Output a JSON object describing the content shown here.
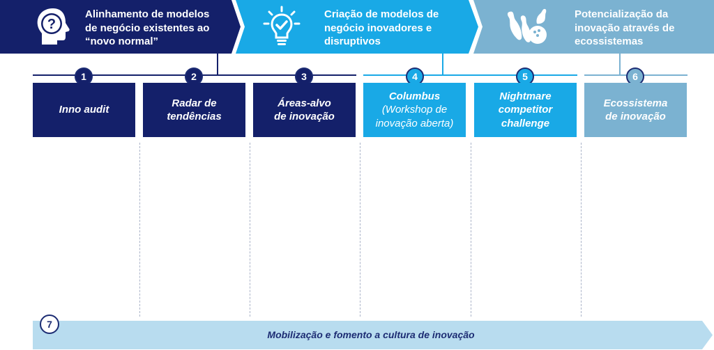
{
  "colors": {
    "navy": "#14206a",
    "cyan": "#19a9e6",
    "steel": "#7bb2d1",
    "bottom_bar": "#b8dcef",
    "circle_border": "#1c2c73"
  },
  "banners": [
    {
      "title": [
        "Alinhamento de modelos",
        "de negócio existentes ao",
        "“novo normal”"
      ],
      "icon": "head-question-icon"
    },
    {
      "title": [
        "Criação de modelos de",
        "negócio inovadores e",
        "disruptivos"
      ],
      "icon": "lightbulb-check-icon"
    },
    {
      "title": [
        "Potencialização da",
        "inovação através de",
        "ecossistemas"
      ],
      "icon": "bowling-pins-icon"
    }
  ],
  "steps": [
    {
      "number": "1",
      "lines": [
        "Inno audit"
      ]
    },
    {
      "number": "2",
      "lines": [
        "Radar de",
        "tendências"
      ]
    },
    {
      "number": "3",
      "lines": [
        "Áreas-alvo",
        "de inovação"
      ]
    },
    {
      "number": "4",
      "lines": [
        "Columbus",
        "(Workshop de",
        "inovação aberta)"
      ]
    },
    {
      "number": "5",
      "lines": [
        "Nightmare",
        "competitor",
        "challenge"
      ]
    },
    {
      "number": "6",
      "lines": [
        "Ecossistema",
        "de inovação"
      ]
    }
  ],
  "bottom": {
    "number": "7",
    "label": "Mobilização e fomento a cultura de inovação"
  }
}
